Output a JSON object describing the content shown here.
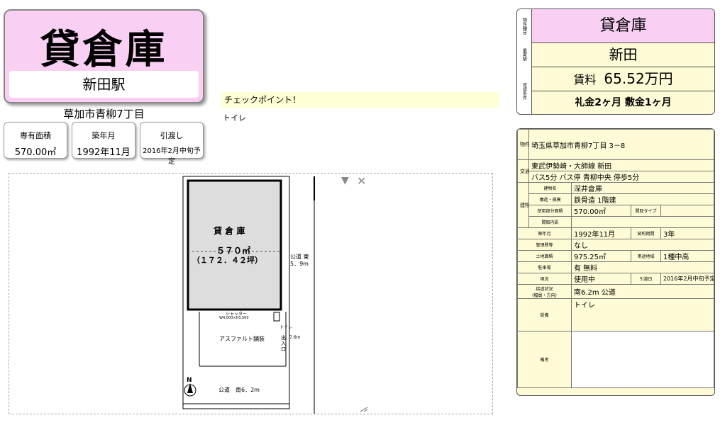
{
  "header": {
    "title": "貸倉庫",
    "station": "新田駅",
    "address": "草加市青柳7丁目"
  },
  "mini": [
    {
      "label": "専有面積",
      "value": "570.00㎡"
    },
    {
      "label": "築年月",
      "value": "1992年11月"
    },
    {
      "label": "引渡し",
      "value": "2016年2月中旬予定"
    }
  ],
  "checkpoint": {
    "title": "チェックポイント！",
    "text": "トイレ"
  },
  "plan": {
    "building_label": "貸 倉 庫",
    "area1": "５７０㎡",
    "area2": "（１７２．４２坪）",
    "road_east": "公道 東5．9m",
    "road_south": "公道　南6．2m",
    "shutter": "シャッター",
    "shutter_size": "W4,000×H3,500",
    "asphalt": "アスファルト舗装",
    "entrance": "出入口",
    "entrance_w": "7.6m",
    "toilet": "トイレ",
    "north": "N",
    "ctrl_down": "▼",
    "ctrl_close": "✕"
  },
  "top_panel": {
    "type_side": "物件種目",
    "type": "貸倉庫",
    "station_side": "最寄駅",
    "station": "新田",
    "rent_side": "賃貸条件",
    "rent_label": "賃料",
    "rent_value": "65.52万円",
    "deposit": "礼金2ヶ月 敷金1ヶ月"
  },
  "detail": {
    "location_label": "物件所在地",
    "location": "埼玉県草加市青柳7丁目 3－8",
    "traffic_label": "交通",
    "line": "東武伊勢崎・大師線 新田",
    "bus": "バス5分 バス停 青柳中央 停歩5分",
    "building_side": "建物",
    "name_label": "建物名",
    "name": "深井倉庫",
    "structure_label": "構造・規模",
    "structure": "鉄骨造 1階建",
    "area_label": "使用部分面積",
    "area": "570.00㎡",
    "layout_type_label": "間取タイプ",
    "layout_label": "間取内訳",
    "built_label": "築年月",
    "built": "1992年11月",
    "contract_label": "契約期間",
    "contract": "3年",
    "mgmt_label": "管理費等",
    "mgmt": "なし",
    "land_label": "土地面積",
    "land": "975.25㎡",
    "zone_label": "用途地域",
    "zone": "1種中高",
    "parking_label": "駐車場",
    "parking": "有 無料",
    "status_label": "現況",
    "status": "使用中",
    "handover_label": "引渡日",
    "handover": "2016年2月中旬予定",
    "road_label": "接道状況",
    "road_label_sub": "(幅員・方向)",
    "road": "南6.2m 公道",
    "facility_label": "設備",
    "facility": "トイレ",
    "remarks_label": "備考"
  }
}
